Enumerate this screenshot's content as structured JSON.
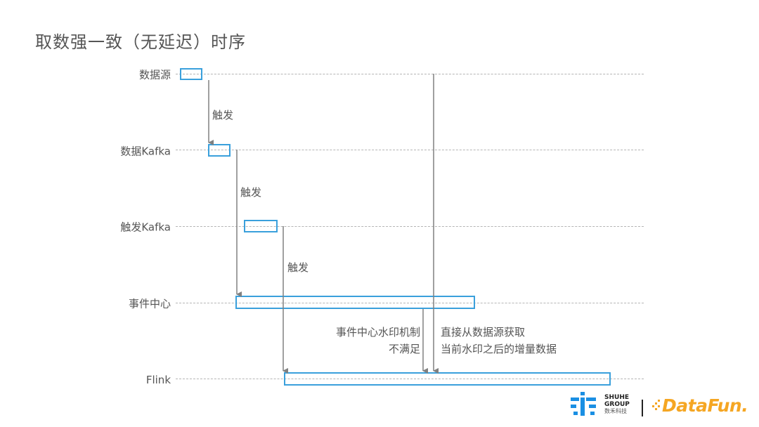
{
  "title": "取数强一致（无延迟）时序",
  "lanes": {
    "source": "数据源",
    "kafka": "数据Kafka",
    "trigger_kafka": "触发Kafka",
    "event_center": "事件中心",
    "flink": "Flink"
  },
  "arrow_labels": {
    "a1": "触发",
    "a2": "触发",
    "a3": "触发"
  },
  "notes": {
    "left_line1": "事件中心水印机制",
    "left_line2": "不满足",
    "right_line1": "直接从数据源获取",
    "right_line2": "当前水印之后的增量数据"
  },
  "logos": {
    "shuhe_line1": "SHUHE",
    "shuhe_line2": "GROUP",
    "shuhe_line3": "数禾科技",
    "datafun": "DataFun."
  },
  "colors": {
    "box": "#3aa0dc",
    "arrow": "#808080",
    "text": "#555555",
    "datafun": "#f5a623",
    "shuhe_blue": "#1a8fe3"
  }
}
